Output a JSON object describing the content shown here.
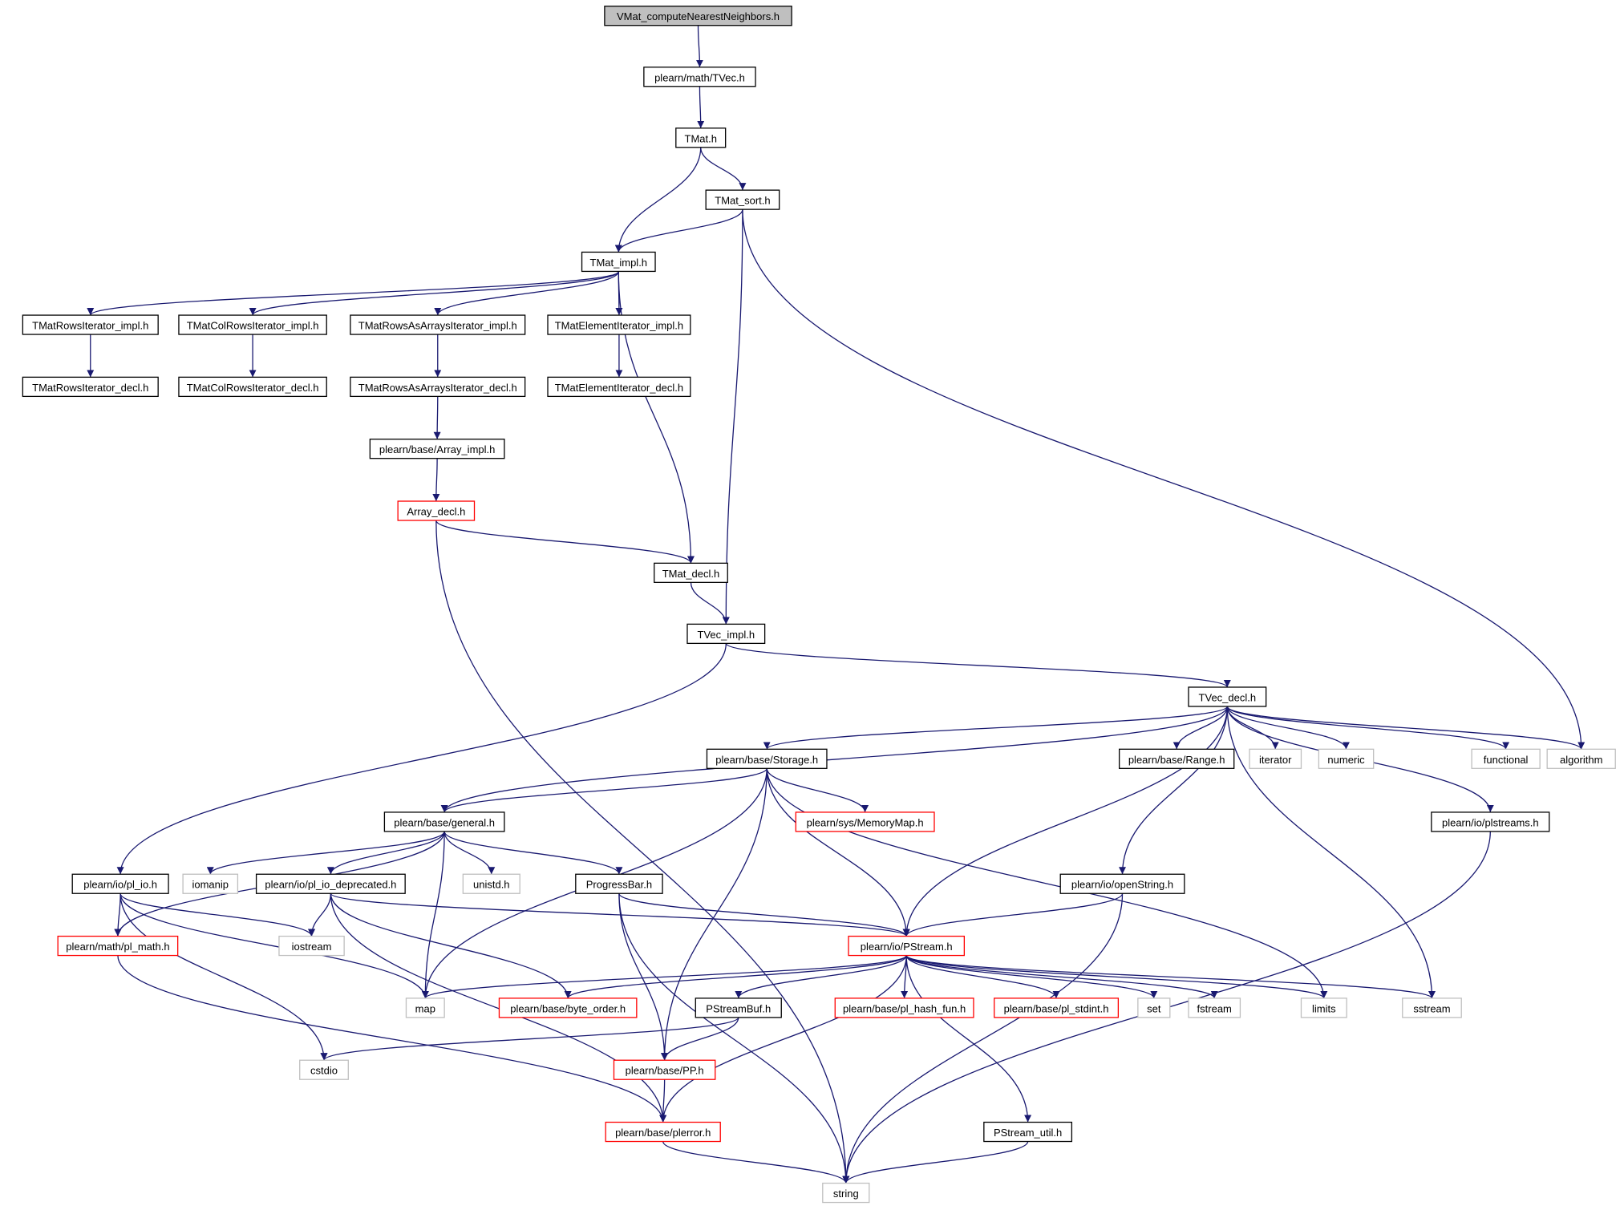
{
  "nodes": [
    {
      "id": "vmat",
      "label": "VMat_computeNearestNeighbors.h",
      "style": "root"
    },
    {
      "id": "tvec",
      "label": "plearn/math/TVec.h",
      "style": "normal"
    },
    {
      "id": "tmat",
      "label": "TMat.h",
      "style": "normal"
    },
    {
      "id": "tmat_sort",
      "label": "TMat_sort.h",
      "style": "normal"
    },
    {
      "id": "tmat_impl",
      "label": "TMat_impl.h",
      "style": "normal"
    },
    {
      "id": "rows_impl",
      "label": "TMatRowsIterator_impl.h",
      "style": "normal"
    },
    {
      "id": "colrows_impl",
      "label": "TMatColRowsIterator_impl.h",
      "style": "normal"
    },
    {
      "id": "rowsarr_impl",
      "label": "TMatRowsAsArraysIterator_impl.h",
      "style": "normal"
    },
    {
      "id": "elem_impl",
      "label": "TMatElementIterator_impl.h",
      "style": "normal"
    },
    {
      "id": "rows_decl",
      "label": "TMatRowsIterator_decl.h",
      "style": "normal"
    },
    {
      "id": "colrows_decl",
      "label": "TMatColRowsIterator_decl.h",
      "style": "normal"
    },
    {
      "id": "rowsarr_decl",
      "label": "TMatRowsAsArraysIterator_decl.h",
      "style": "normal"
    },
    {
      "id": "elem_decl",
      "label": "TMatElementIterator_decl.h",
      "style": "normal"
    },
    {
      "id": "array_impl",
      "label": "plearn/base/Array_impl.h",
      "style": "normal"
    },
    {
      "id": "array_decl",
      "label": "Array_decl.h",
      "style": "red"
    },
    {
      "id": "tmat_decl",
      "label": "TMat_decl.h",
      "style": "normal"
    },
    {
      "id": "tvec_impl",
      "label": "TVec_impl.h",
      "style": "normal"
    },
    {
      "id": "tvec_decl",
      "label": "TVec_decl.h",
      "style": "normal"
    },
    {
      "id": "storage",
      "label": "plearn/base/Storage.h",
      "style": "normal"
    },
    {
      "id": "range",
      "label": "plearn/base/Range.h",
      "style": "normal"
    },
    {
      "id": "iterator",
      "label": "iterator",
      "style": "gray"
    },
    {
      "id": "numeric",
      "label": "numeric",
      "style": "gray"
    },
    {
      "id": "functional",
      "label": "functional",
      "style": "gray"
    },
    {
      "id": "algorithm",
      "label": "algorithm",
      "style": "gray"
    },
    {
      "id": "general",
      "label": "plearn/base/general.h",
      "style": "normal"
    },
    {
      "id": "memorymap",
      "label": "plearn/sys/MemoryMap.h",
      "style": "red"
    },
    {
      "id": "plstreams",
      "label": "plearn/io/plstreams.h",
      "style": "normal"
    },
    {
      "id": "pl_io",
      "label": "plearn/io/pl_io.h",
      "style": "normal"
    },
    {
      "id": "iomanip",
      "label": "iomanip",
      "style": "gray"
    },
    {
      "id": "pl_io_dep",
      "label": "plearn/io/pl_io_deprecated.h",
      "style": "normal"
    },
    {
      "id": "unistd",
      "label": "unistd.h",
      "style": "gray"
    },
    {
      "id": "progressbar",
      "label": "ProgressBar.h",
      "style": "normal"
    },
    {
      "id": "openstring",
      "label": "plearn/io/openString.h",
      "style": "normal"
    },
    {
      "id": "pl_math",
      "label": "plearn/math/pl_math.h",
      "style": "red"
    },
    {
      "id": "iostream",
      "label": "iostream",
      "style": "gray"
    },
    {
      "id": "pstream",
      "label": "plearn/io/PStream.h",
      "style": "red"
    },
    {
      "id": "map",
      "label": "map",
      "style": "gray"
    },
    {
      "id": "byte_order",
      "label": "plearn/base/byte_order.h",
      "style": "red"
    },
    {
      "id": "pstreambuf",
      "label": "PStreamBuf.h",
      "style": "normal"
    },
    {
      "id": "hash_fun",
      "label": "plearn/base/pl_hash_fun.h",
      "style": "red"
    },
    {
      "id": "stdint",
      "label": "plearn/base/pl_stdint.h",
      "style": "red"
    },
    {
      "id": "set",
      "label": "set",
      "style": "gray"
    },
    {
      "id": "fstream",
      "label": "fstream",
      "style": "gray"
    },
    {
      "id": "limits",
      "label": "limits",
      "style": "gray"
    },
    {
      "id": "sstream",
      "label": "sstream",
      "style": "gray"
    },
    {
      "id": "cstdio",
      "label": "cstdio",
      "style": "gray"
    },
    {
      "id": "pp",
      "label": "plearn/base/PP.h",
      "style": "red"
    },
    {
      "id": "plerror",
      "label": "plearn/base/plerror.h",
      "style": "red"
    },
    {
      "id": "pstream_util",
      "label": "PStream_util.h",
      "style": "normal"
    },
    {
      "id": "string",
      "label": "string",
      "style": "gray"
    }
  ],
  "edges": [
    [
      "vmat",
      "tvec"
    ],
    [
      "tvec",
      "tmat"
    ],
    [
      "tmat",
      "tmat_impl"
    ],
    [
      "tmat",
      "tmat_sort"
    ],
    [
      "tmat_sort",
      "tmat_impl"
    ],
    [
      "tmat_sort",
      "tvec_impl"
    ],
    [
      "tmat_sort",
      "algorithm"
    ],
    [
      "tmat_impl",
      "rows_impl"
    ],
    [
      "tmat_impl",
      "colrows_impl"
    ],
    [
      "tmat_impl",
      "rowsarr_impl"
    ],
    [
      "tmat_impl",
      "elem_impl"
    ],
    [
      "tmat_impl",
      "tmat_decl"
    ],
    [
      "rows_impl",
      "rows_decl"
    ],
    [
      "colrows_impl",
      "colrows_decl"
    ],
    [
      "rowsarr_impl",
      "rowsarr_decl"
    ],
    [
      "elem_impl",
      "elem_decl"
    ],
    [
      "rowsarr_decl",
      "array_impl"
    ],
    [
      "array_impl",
      "array_decl"
    ],
    [
      "array_decl",
      "tmat_decl"
    ],
    [
      "array_decl",
      "string"
    ],
    [
      "tmat_decl",
      "tvec_impl"
    ],
    [
      "tvec_impl",
      "tvec_decl"
    ],
    [
      "tvec_impl",
      "pl_io"
    ],
    [
      "tvec_decl",
      "storage"
    ],
    [
      "tvec_decl",
      "range"
    ],
    [
      "tvec_decl",
      "iterator"
    ],
    [
      "tvec_decl",
      "numeric"
    ],
    [
      "tvec_decl",
      "functional"
    ],
    [
      "tvec_decl",
      "algorithm"
    ],
    [
      "tvec_decl",
      "general"
    ],
    [
      "tvec_decl",
      "pstream"
    ],
    [
      "tvec_decl",
      "openstring"
    ],
    [
      "tvec_decl",
      "sstream"
    ],
    [
      "tvec_decl",
      "plstreams"
    ],
    [
      "storage",
      "general"
    ],
    [
      "storage",
      "memorymap"
    ],
    [
      "storage",
      "map"
    ],
    [
      "storage",
      "pp"
    ],
    [
      "storage",
      "pstream"
    ],
    [
      "storage",
      "limits"
    ],
    [
      "general",
      "pl_math"
    ],
    [
      "general",
      "iomanip"
    ],
    [
      "general",
      "pl_io_dep"
    ],
    [
      "general",
      "unistd"
    ],
    [
      "general",
      "progressbar"
    ],
    [
      "general",
      "map"
    ],
    [
      "pl_io",
      "pl_math"
    ],
    [
      "pl_io",
      "iostream"
    ],
    [
      "pl_io",
      "map"
    ],
    [
      "pl_io",
      "cstdio"
    ],
    [
      "pl_io_dep",
      "iostream"
    ],
    [
      "pl_io_dep",
      "pstream"
    ],
    [
      "pl_io_dep",
      "byte_order"
    ],
    [
      "pl_io_dep",
      "plerror"
    ],
    [
      "progressbar",
      "pstream"
    ],
    [
      "progressbar",
      "pp"
    ],
    [
      "progressbar",
      "string"
    ],
    [
      "openstring",
      "pstream"
    ],
    [
      "openstring",
      "string"
    ],
    [
      "plstreams",
      "string"
    ],
    [
      "pl_math",
      "plerror"
    ],
    [
      "pstream",
      "map"
    ],
    [
      "pstream",
      "byte_order"
    ],
    [
      "pstream",
      "pstreambuf"
    ],
    [
      "pstream",
      "hash_fun"
    ],
    [
      "pstream",
      "stdint"
    ],
    [
      "pstream",
      "set"
    ],
    [
      "pstream",
      "fstream"
    ],
    [
      "pstream",
      "limits"
    ],
    [
      "pstream",
      "sstream"
    ],
    [
      "pstream",
      "plerror"
    ],
    [
      "pstream",
      "pstream_util"
    ],
    [
      "pstreambuf",
      "pp"
    ],
    [
      "pstreambuf",
      "cstdio"
    ],
    [
      "pp",
      "plerror"
    ],
    [
      "plerror",
      "string"
    ],
    [
      "pstream_util",
      "string"
    ]
  ]
}
